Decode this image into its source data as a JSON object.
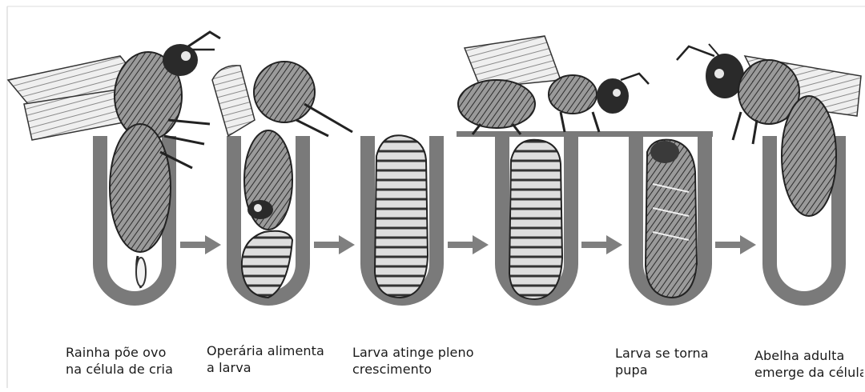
{
  "diagram": {
    "stages": [
      {
        "id": "egg",
        "caption": [
          "Rainha põe ovo",
          "na célula de cria"
        ]
      },
      {
        "id": "feeding",
        "caption": [
          "Operária alimenta",
          "a larva"
        ]
      },
      {
        "id": "larva-grown",
        "caption": [
          "Larva atinge pleno",
          "crescimento"
        ]
      },
      {
        "id": "larva-capped",
        "caption": [
          "",
          ""
        ]
      },
      {
        "id": "pupa",
        "caption": [
          "Larva se torna",
          "pupa"
        ]
      },
      {
        "id": "adult",
        "caption": [
          "Abelha adulta",
          "emerge da célula"
        ]
      }
    ],
    "colors": {
      "cell": "#7a7a7a",
      "arrow": "#7f7f7f",
      "insect_dark": "#2a2a2a",
      "insect_light": "#e8e8e8"
    }
  }
}
